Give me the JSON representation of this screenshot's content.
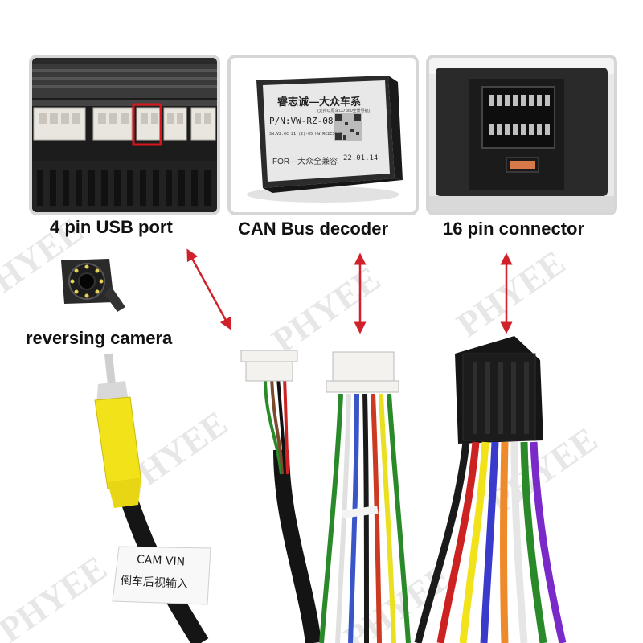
{
  "watermark": "PHYEE",
  "captions": {
    "usb": "4 pin USB port",
    "can": "CAN Bus decoder",
    "conn16": "16 pin connector",
    "camera": "reversing camera"
  },
  "decoder_label": {
    "brand": "睿志诚—大众车系",
    "sub": "(支持以原车CD 360全景导航)",
    "part_no": "P/N:VW-RZ-08",
    "spec": "SW:V2.0C 21 (2)-05 HW:RC2C3C2B",
    "for_line": "FOR—大众全兼容",
    "date": "22.01.14"
  },
  "cable_tag": {
    "line1": "CAM VIN",
    "line2": "倒车后视输入"
  },
  "colors": {
    "arrow": "#d0202a",
    "highlight_box": "#d8141c",
    "rca_yellow": "#f2e21a"
  }
}
